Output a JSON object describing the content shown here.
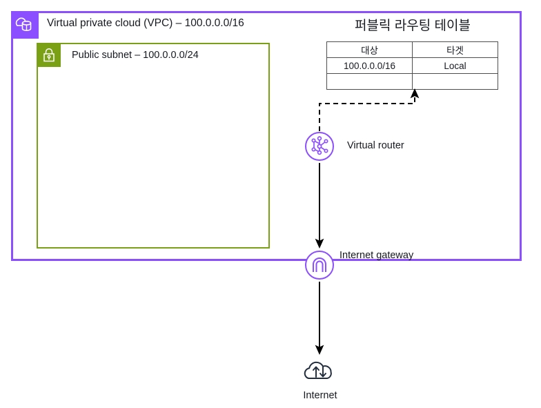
{
  "diagram": {
    "vpc": {
      "label": "Virtual private cloud (VPC) – 100.0.0.0/16",
      "icon": "vpc-cloud-icon",
      "border_color": "#8C4FFF",
      "icon_bg": "#8C4FFF"
    },
    "subnet": {
      "label": "Public subnet – 100.0.0.0/24",
      "icon": "padlock-icon",
      "border_color": "#7AA116",
      "icon_bg": "#7AA116"
    },
    "route_table": {
      "title": "퍼블릭 라우팅 테이블",
      "headers": [
        "대상",
        "타겟"
      ],
      "rows": [
        [
          "100.0.0.0/16",
          "Local"
        ],
        [
          "",
          ""
        ]
      ]
    },
    "nodes": {
      "router": {
        "label": "Virtual router",
        "icon": "virtual-router-icon",
        "color": "#8C4FFF"
      },
      "internet_gateway": {
        "label": "Internet gateway",
        "icon": "internet-gateway-icon",
        "color": "#8C4FFF"
      },
      "internet": {
        "label": "Internet",
        "icon": "internet-cloud-icon",
        "color": "#232F3E"
      }
    },
    "connectors": {
      "route_table_link_style": "dashed",
      "gateway_link_style": "solid",
      "line_color": "#000000"
    }
  }
}
